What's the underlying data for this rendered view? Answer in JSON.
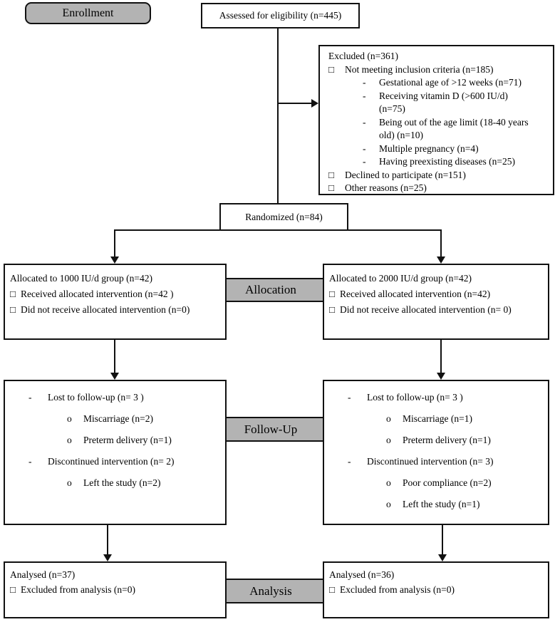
{
  "stage_labels": {
    "enrollment": "Enrollment",
    "allocation": "Allocation",
    "followup": "Follow-Up",
    "analysis": "Analysis"
  },
  "assessed": {
    "text": "Assessed for eligibility (n=445)"
  },
  "randomized": {
    "text": "Randomized (n=84)"
  },
  "excluded": {
    "title": "Excluded (n=361)",
    "items": [
      {
        "bullet": "□",
        "text": "Not meeting inclusion criteria (n=185)"
      },
      {
        "bullet": "-",
        "text": "Gestational age of >12 weeks (n=71)"
      },
      {
        "bullet": "-",
        "text": "Receiving vitamin D (>600 IU/d)\n(n=75)"
      },
      {
        "bullet": "-",
        "text": "Being out of the age limit (18-40 years\nold) (n=10)"
      },
      {
        "bullet": "-",
        "text": "Multiple pregnancy (n=4)"
      },
      {
        "bullet": "-",
        "text": "Having preexisting diseases (n=25)"
      },
      {
        "bullet": "□",
        "text": "Declined to participate (n=151)"
      },
      {
        "bullet": "□",
        "text": "Other reasons (n=25)"
      }
    ]
  },
  "allocation_left": {
    "title": "Allocated to 1000 IU/d group (n=42)",
    "items": [
      {
        "bullet": "□",
        "text": "Received allocated intervention (n=42 )"
      },
      {
        "bullet": "□",
        "text": "Did not receive allocated intervention (n=0)"
      }
    ]
  },
  "allocation_right": {
    "title": "Allocated to 2000 IU/d group (n=42)",
    "items": [
      {
        "bullet": "□",
        "text": "Received allocated intervention (n=42)"
      },
      {
        "bullet": "□",
        "text": "Did not receive allocated intervention (n= 0)"
      }
    ]
  },
  "followup_left": {
    "items": [
      {
        "bullet": "-",
        "text": "Lost to follow-up (n= 3 )"
      },
      {
        "bullet": "o",
        "text": "Miscarriage (n=2)"
      },
      {
        "bullet": "o",
        "text": "Preterm delivery (n=1)"
      },
      {
        "bullet": "-",
        "text": "Discontinued intervention (n= 2)"
      },
      {
        "bullet": "o",
        "text": "Left the study (n=2)"
      }
    ]
  },
  "followup_right": {
    "items": [
      {
        "bullet": "-",
        "text": "Lost to follow-up (n= 3 )"
      },
      {
        "bullet": "o",
        "text": "Miscarriage (n=1)"
      },
      {
        "bullet": "o",
        "text": "Preterm delivery (n=1)"
      },
      {
        "bullet": "-",
        "text": "Discontinued intervention (n= 3)"
      },
      {
        "bullet": "o",
        "text": "Poor compliance (n=2)"
      },
      {
        "bullet": "o",
        "text": "Left the study (n=1)"
      }
    ]
  },
  "analysis_left": {
    "title": "Analysed (n=37)",
    "items": [
      {
        "bullet": "□",
        "text": "Excluded from analysis (n=0)"
      }
    ]
  },
  "analysis_right": {
    "title": "Analysed (n=36)",
    "items": [
      {
        "bullet": "□",
        "text": "Excluded from analysis (n=0)"
      }
    ]
  },
  "colors": {
    "stage_fill": "#b3b3b3",
    "line": "#111111"
  }
}
